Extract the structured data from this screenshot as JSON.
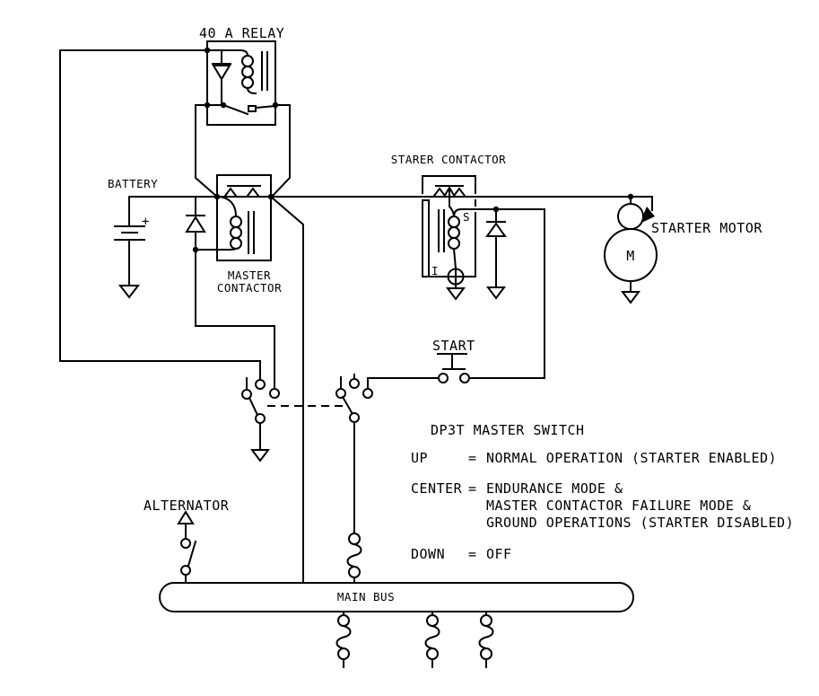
{
  "diagram_type": "electrical-schematic",
  "components": {
    "relay": {
      "label": "40 A RELAY"
    },
    "battery": {
      "label": "BATTERY",
      "polarity": "+"
    },
    "master_contactor": {
      "label_line1": "MASTER",
      "label_line2": "CONTACTOR"
    },
    "starter_contactor": {
      "label": "STARER CONTACTOR",
      "terminal_s": "S",
      "terminal_i": "I"
    },
    "starter_motor": {
      "label": "STARTER MOTOR",
      "motor_letter": "M"
    },
    "start_button": {
      "label": "START"
    },
    "alternator": {
      "label": "ALTERNATOR"
    },
    "main_bus": {
      "label": "MAIN BUS"
    }
  },
  "legend": {
    "title": "DP3T MASTER SWITCH",
    "rows": [
      {
        "position": "UP",
        "eq": "=",
        "lines": [
          "NORMAL OPERATION (STARTER ENABLED)"
        ]
      },
      {
        "position": "CENTER",
        "eq": "=",
        "lines": [
          "ENDURANCE MODE &",
          "MASTER CONTACTOR FAILURE MODE &",
          "GROUND OPERATIONS (STARTER DISABLED)"
        ]
      },
      {
        "position": "DOWN",
        "eq": "=",
        "lines": [
          "OFF"
        ]
      }
    ]
  },
  "colors": {
    "line": "#000000",
    "background": "#ffffff"
  }
}
